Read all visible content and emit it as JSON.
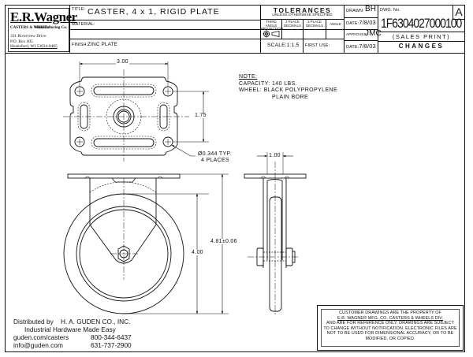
{
  "title_block": {
    "logo": {
      "name": "E.R.Wagner",
      "line1": "CASTERS & WHEELS",
      "line2": "Manufacturing Co.",
      "address": [
        "331 Riverview Drive",
        "P.O. Box 405",
        "Hustisford, WI 53034-0405"
      ]
    },
    "title_label": "TITLE:",
    "title": "CASTER, 4 x 1, RIGID PLATE",
    "material_label": "MATERIAL:",
    "material": "",
    "finish_label": "FINISH:",
    "finish": "ZINC PLATE",
    "tolerances": {
      "heading": "TOLERANCES",
      "subheading": "UNLESS OTHERWISE SPECIFIED",
      "columns": [
        "THIRD ANGLE PROJECTION",
        "2 PLACE DECIMALS",
        "3 PLACE DECIMALS",
        "ANGLE"
      ],
      "projection_icon": "third-angle-projection-symbol"
    },
    "scale_label": "SCALE:",
    "scale": "1:1.5",
    "first_use_label": "FIRST USE:",
    "drawn_label": "DRAWN:",
    "drawn": "BH",
    "date1_label": "DATE:",
    "date1": "7/8/03",
    "approved_label": "APPROVED:",
    "approved": "JMC",
    "date2_label": "DATE:",
    "date2": "7/8/03",
    "dwg_no_label": "DWG. No.",
    "dwg_no": "1F6304027000100",
    "revision": "A",
    "print_type": "(SALES PRINT)",
    "changes": "CHANGES"
  },
  "notes": {
    "heading": "NOTE:",
    "lines": [
      "CAPACITY: 140 LBS.",
      "WHEEL: BLACK POLYPROPYLENE",
      "PLAIN BORE"
    ]
  },
  "dimensions": {
    "plate_width": "3.00",
    "hole_spacing": "1.75",
    "hole_callout_1": "Ø0.344 TYP.",
    "hole_callout_2": "4 PLACES",
    "wheel_diameter": "4.00",
    "overall_height": "4.81±0.06",
    "wheel_width": "1.00"
  },
  "distributor": {
    "line1": "Distributed by    H. A. GUDEN CO., INC.",
    "line2": "Industrial Hardware Made Easy",
    "web": "guden.com/casters",
    "phone1": "800-344-6437",
    "email": "info@guden.com",
    "phone2": "631-737-2900"
  },
  "disclaimer": {
    "line1": "CUSTOMER DRAWINGS ARE THE PROPERTY OF",
    "line2": "E.R. WAGNER MFG. CO. CASTERS & WHEELS DIV.",
    "line3": "AND ARE FOR REFERENCE ONLY. DRAWINGS ARE SUBJECT",
    "line4": "TO CHANGE WITHOUT NOTIFICATION. ELECTRONIC FILES ARE",
    "line5": "NOT TO BE USED FOR DIMENSIONAL ACCURACY, OR TO BE",
    "line6": "MODIFIED, OR COPIED."
  }
}
